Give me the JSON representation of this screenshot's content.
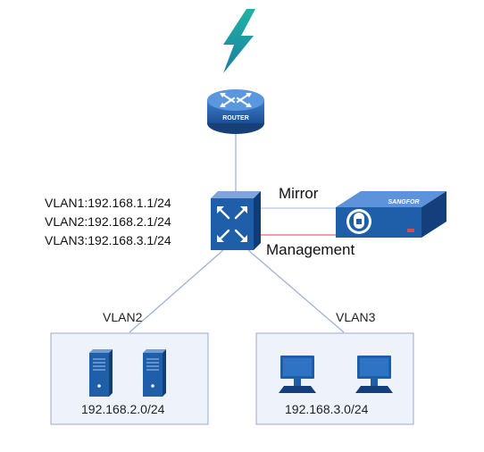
{
  "router": {
    "label": "ROUTER"
  },
  "switch": {
    "vlan_lines": [
      "VLAN1:192.168.1.1/24",
      "VLAN2:192.168.2.1/24",
      "VLAN3:192.168.3.1/24"
    ]
  },
  "appliance": {
    "brand": "SANGFOR"
  },
  "links": {
    "mirror_label": "Mirror",
    "management_label": "Management",
    "mirror_color": "#b9c6e6",
    "management_color": "#e36a6a"
  },
  "networks": [
    {
      "vlan": "VLAN2",
      "subnet": "192.168.2.0/24",
      "device": "server-icon"
    },
    {
      "vlan": "VLAN3",
      "subnet": "192.168.3.0/24",
      "device": "desktop-computer-icon"
    }
  ],
  "colors": {
    "device_blue": "#1f5ea8",
    "box_fill": "#eef3fb",
    "box_stroke": "#9aa9c6",
    "line": "#9bb0d4",
    "lightning": "#1aa39a"
  }
}
